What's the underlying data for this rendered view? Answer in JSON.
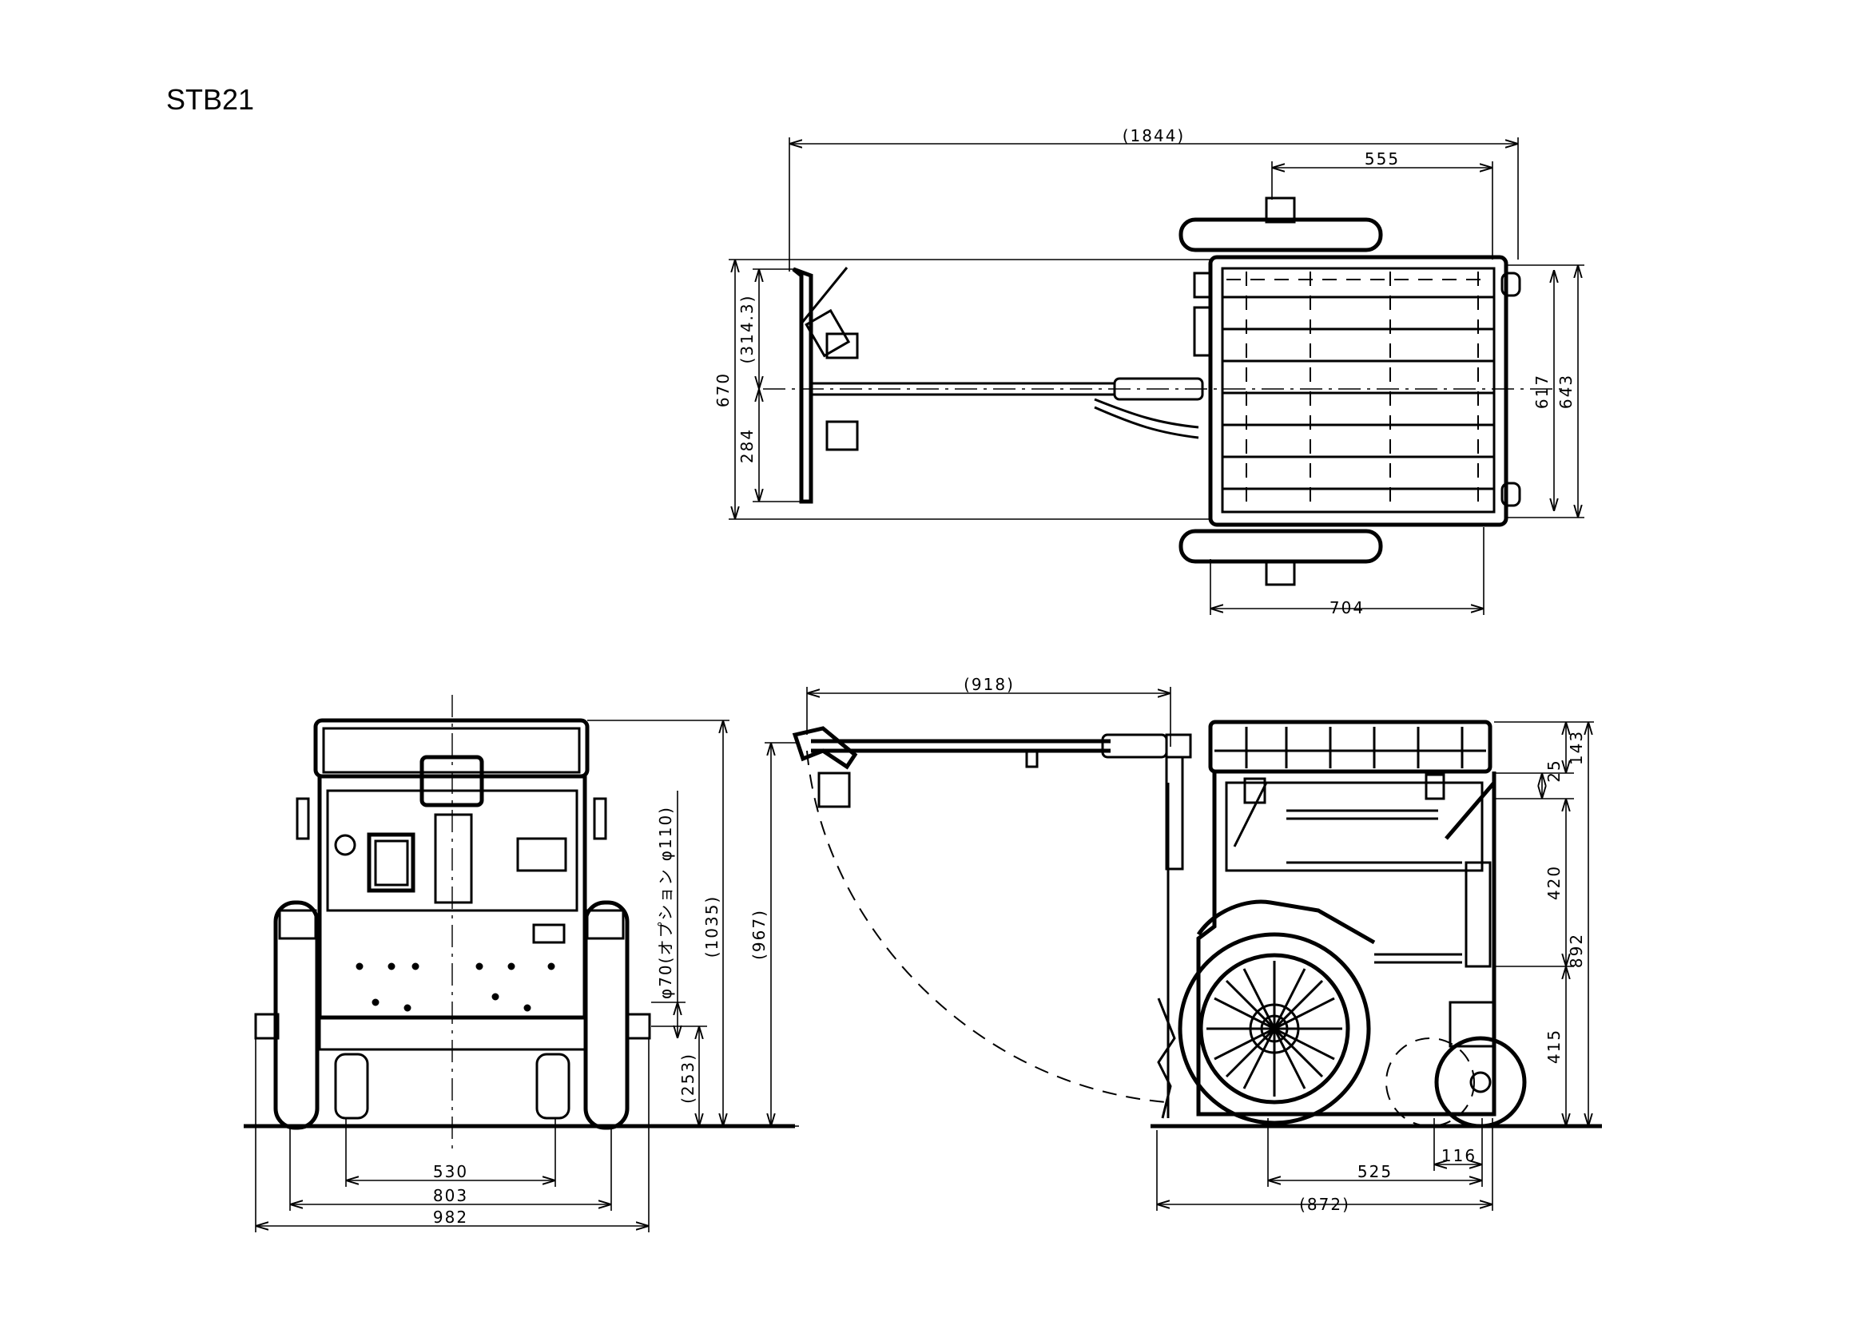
{
  "title": "STB21",
  "top_view": {
    "dims": {
      "overall_length": "(1844)",
      "handle_width_half": "(314.3)",
      "handle_width": "670",
      "handle_offset": "284",
      "frame_depth": "555",
      "frame_inner": "617",
      "frame_outer": "643",
      "wheel_span": "704"
    }
  },
  "front_view": {
    "dims": {
      "caster_track": "530",
      "wheel_track_inner": "803",
      "overall_width": "982",
      "axle_height": "(253)",
      "axle_option": "φ70(オプション φ110)",
      "overall_height": "(1035)"
    }
  },
  "side_view": {
    "dims": {
      "handle_reach": "(918)",
      "handle_height": "(967)",
      "rail_height": "143",
      "rail_gap": "25",
      "bed_depth": "420",
      "bed_height": "892",
      "lower_height": "415",
      "wheelbase": "525",
      "caster_offset": "116",
      "overall_length": "(872)"
    }
  }
}
